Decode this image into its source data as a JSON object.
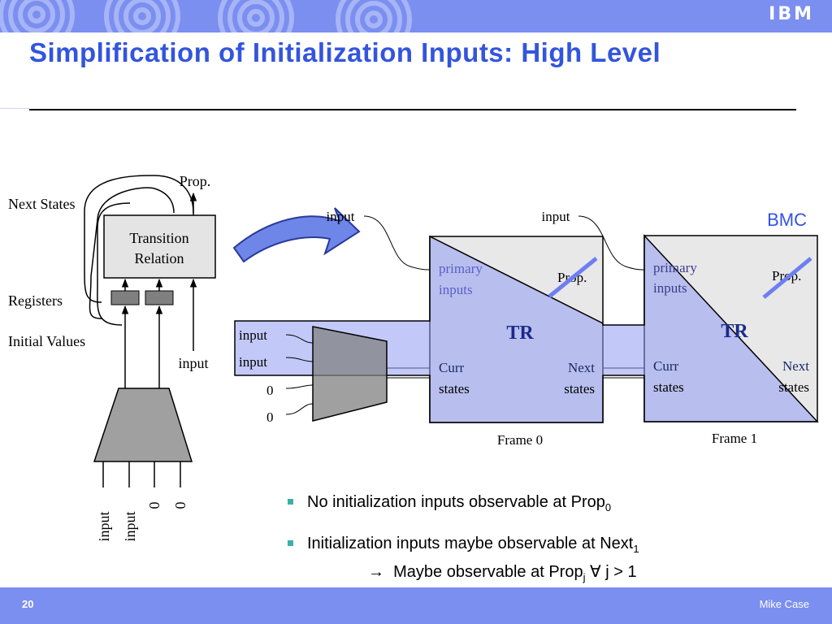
{
  "header": {
    "logo_text": "IBM",
    "title": "Simplification of Initialization Inputs: High Level"
  },
  "left_diagram": {
    "prop_label": "Prop.",
    "next_states_label": "Next States",
    "transition_relation": [
      "Transition",
      "Relation"
    ],
    "registers_label": "Registers",
    "initial_values_label": "Initial Values",
    "input_label": "input",
    "bottom_inputs": [
      "input",
      "input",
      "0",
      "0"
    ]
  },
  "right_diagram": {
    "bmc_label": "BMC",
    "top_inputs": [
      "input",
      "input"
    ],
    "init_inputs": [
      "input",
      "input",
      "0",
      "0"
    ],
    "frames": [
      {
        "primary_inputs": [
          "primary",
          "inputs"
        ],
        "prop": "Prop.",
        "tr": "TR",
        "curr_states": [
          "Curr",
          "states"
        ],
        "next_states": [
          "Next",
          "states"
        ],
        "frame_label": "Frame 0"
      },
      {
        "primary_inputs": [
          "primary",
          "inputs"
        ],
        "prop": "Prop.",
        "tr": "TR",
        "curr_states": [
          "Curr",
          "states"
        ],
        "next_states": [
          "Next",
          "states"
        ],
        "frame_label": "Frame 1"
      }
    ]
  },
  "bullets": [
    {
      "text": "No initialization inputs observable at Prop",
      "sub": "0"
    },
    {
      "text": "Initialization inputs maybe observable at Next",
      "sub": "1"
    }
  ],
  "sub_bullet": {
    "arrow": "→",
    "text": "Maybe observable at Prop",
    "sub": "j",
    "tail": " ∀ j > 1"
  },
  "footer": {
    "page_number": "20",
    "author": "Mike Case"
  },
  "colors": {
    "bar": "#7b8ff0",
    "title": "#3355dd",
    "overlay": "#8f9cf2",
    "cross": "#6d7ff0",
    "bullet": "#3cb0a8"
  }
}
